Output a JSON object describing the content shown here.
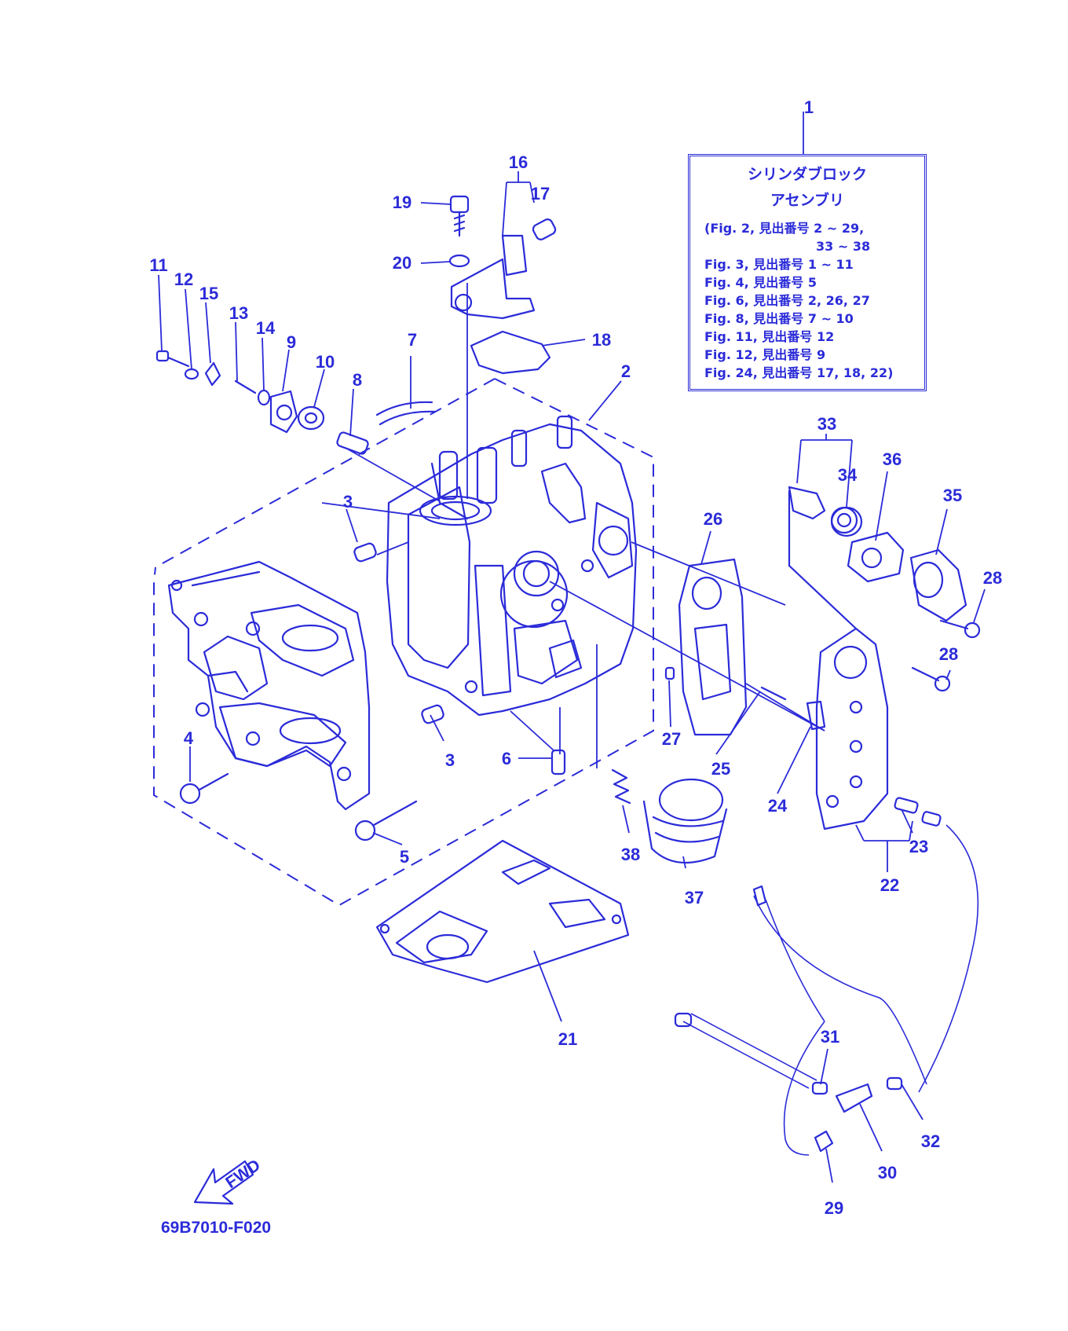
{
  "legend": {
    "part_number": "1",
    "title_line1": "シリンダブロック",
    "title_line2": "アセンブリ",
    "lines": [
      "(Fig. 2, 見出番号 2 ~ 29,",
      "33 ~ 38",
      "Fig. 3, 見出番号 1 ~ 11",
      "Fig. 4, 見出番号 5",
      "Fig. 6, 見出番号 2, 26, 27",
      "Fig. 8, 見出番号 7 ~ 10",
      "Fig. 11, 見出番号 12",
      "Fig. 12, 見出番号 9",
      "Fig. 24, 見出番号 17, 18, 22)"
    ]
  },
  "callouts": {
    "n2": "2",
    "n3a": "3",
    "n3b": "3",
    "n4": "4",
    "n5": "5",
    "n6": "6",
    "n7": "7",
    "n8": "8",
    "n9": "9",
    "n10": "10",
    "n11": "11",
    "n12": "12",
    "n13": "13",
    "n14": "14",
    "n15": "15",
    "n16": "16",
    "n17": "17",
    "n18": "18",
    "n19": "19",
    "n20": "20",
    "n21": "21",
    "n22": "22",
    "n23": "23",
    "n24": "24",
    "n25": "25",
    "n26": "26",
    "n27": "27",
    "n28a": "28",
    "n28b": "28",
    "n29": "29",
    "n30": "30",
    "n31": "31",
    "n32": "32",
    "n33": "33",
    "n34": "34",
    "n35": "35",
    "n36": "36",
    "n37": "37",
    "n38": "38"
  },
  "fwd_label": "FWD",
  "figure_ref": "69B7010-F020",
  "line_color": "#2b2bd9"
}
